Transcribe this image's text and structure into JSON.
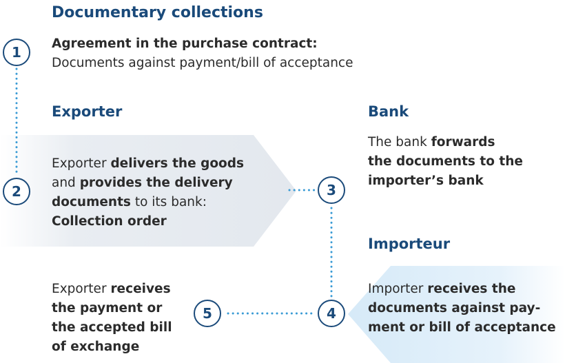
{
  "title": "Documentary collections",
  "agreement": {
    "strong": "Agreement in the purchase contract:",
    "text": "Documents against payment/bill of acceptance"
  },
  "headings": {
    "exporter": "Exporter",
    "bank": "Bank",
    "importer": "Importeur"
  },
  "steps": [
    "1",
    "2",
    "3",
    "4",
    "5"
  ],
  "exporter_box": {
    "t1": "Exporter ",
    "b1": "delivers the goods",
    "t2": "and ",
    "b2": "provides the delivery",
    "b3": "documents",
    "t3": " to its bank:",
    "b4": "Collection order"
  },
  "bank_text": {
    "t1": "The bank ",
    "b1": "forwards",
    "b2": "the documents to the",
    "b3": "importer’s bank"
  },
  "importer_box": {
    "t1": "Importer ",
    "b1": "receives the",
    "b2": "documents against pay-",
    "b3": "ment or bill of acceptance"
  },
  "payment_text": {
    "t1": "Exporter ",
    "b1": "receives",
    "b2": "the payment or",
    "b3": "the accepted bill",
    "b4": "of exchange"
  },
  "colors": {
    "navy": "#1a4a7a",
    "dots": "#3a9bd5",
    "grey_box": "#e9edf2",
    "blue_box": "#e4f1fb"
  }
}
